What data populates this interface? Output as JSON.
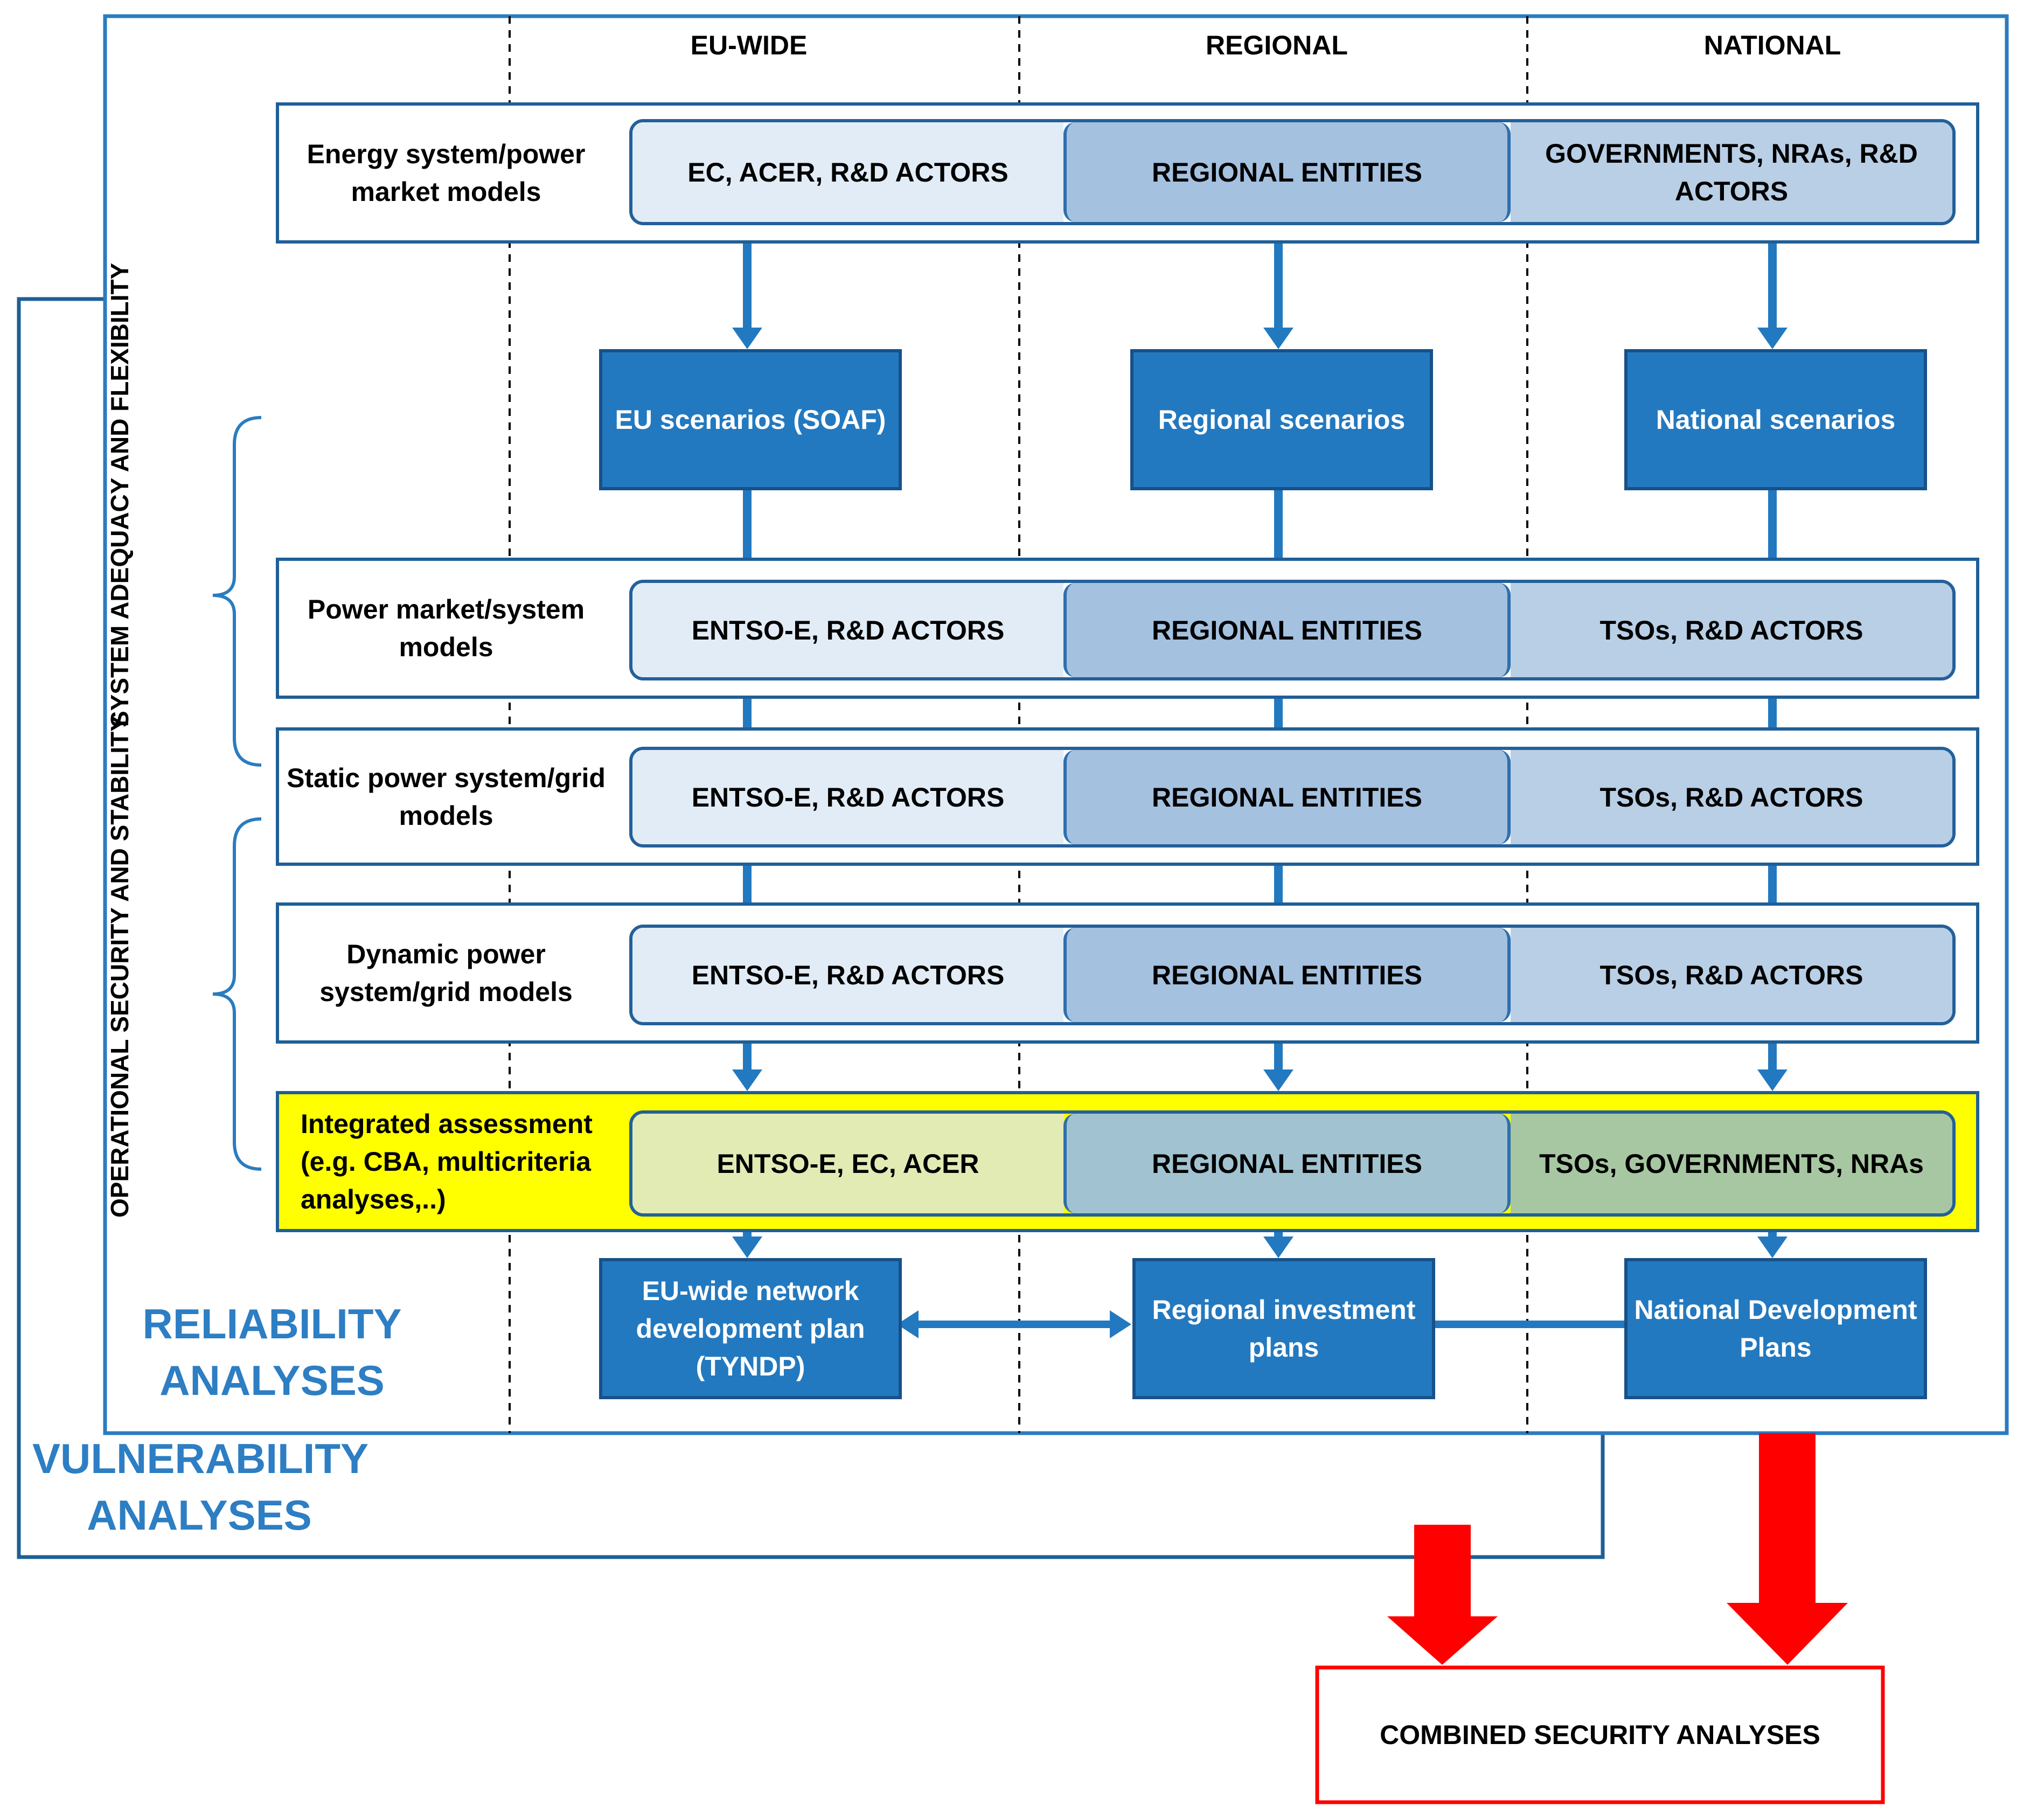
{
  "columns": {
    "eu": "EU-WIDE",
    "regional": "REGIONAL",
    "national": "NATIONAL"
  },
  "rows": {
    "energy": {
      "label": "Energy system/power market models",
      "eu": "EC, ACER, R&D ACTORS",
      "regional": "REGIONAL ENTITIES",
      "national": "GOVERNMENTS, NRAs, R&D ACTORS"
    },
    "market": {
      "label": "Power market/system models",
      "eu": "ENTSO-E, R&D ACTORS",
      "regional": "REGIONAL ENTITIES",
      "national": "TSOs, R&D ACTORS"
    },
    "static": {
      "label": "Static power system/grid models",
      "eu": "ENTSO-E, R&D ACTORS",
      "regional": "REGIONAL ENTITIES",
      "national": "TSOs, R&D ACTORS"
    },
    "dynamic": {
      "label": "Dynamic power system/grid models",
      "eu": "ENTSO-E, R&D ACTORS",
      "regional": "REGIONAL ENTITIES",
      "national": "TSOs, R&D ACTORS"
    },
    "integrated": {
      "label": "Integrated assessment (e.g. CBA, multicriteria analyses,..)",
      "eu": "ENTSO-E, EC, ACER",
      "regional": "REGIONAL ENTITIES",
      "national": "TSOs, GOVERNMENTS, NRAs"
    }
  },
  "scenarios": {
    "eu": "EU scenarios (SOAF)",
    "regional": "Regional scenarios",
    "national": "National scenarios"
  },
  "plans": {
    "eu": "EU-wide network development plan (TYNDP)",
    "regional": "Regional investment plans",
    "national": "National Development Plans"
  },
  "side_labels": {
    "adequacy": "SYSTEM ADEQUACY AND FLEXIBILITY",
    "security": "OPERATIONAL SECURITY AND STABILITY"
  },
  "reliability": "RELIABILITY ANALYSES",
  "vulnerability": "VULNERABILITY ANALYSES",
  "combined": "COMBINED SECURITY ANALYSES",
  "colors": {
    "frame_blue": "#1f5f97",
    "box_blue": "#2379bf",
    "arrow_blue": "#2379bf",
    "highlight_yellow": "#ffff00",
    "red": "#ff0000",
    "text_blue": "#2d7ec3"
  }
}
